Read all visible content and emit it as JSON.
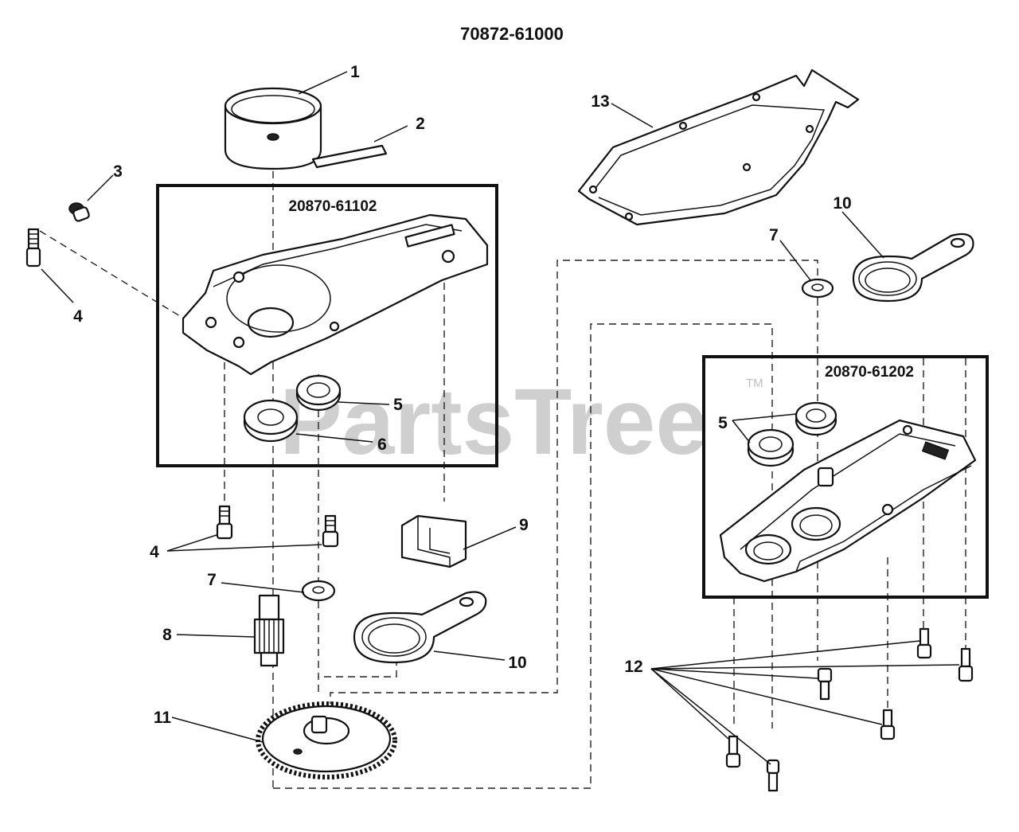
{
  "title": "70872-61000",
  "watermark": "PartsTree",
  "trademark": "TM",
  "assemblies": [
    {
      "id": "left-housing",
      "number": "20870-61102"
    },
    {
      "id": "right-housing",
      "number": "20870-61202"
    }
  ],
  "callouts": [
    "1",
    "2",
    "3",
    "4",
    "4",
    "4",
    "5",
    "6",
    "7",
    "8",
    "9",
    "10",
    "11",
    "13",
    "10",
    "7",
    "5",
    "12"
  ]
}
